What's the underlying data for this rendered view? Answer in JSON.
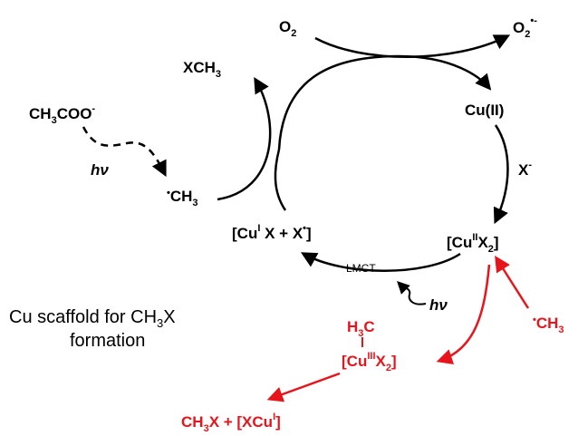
{
  "species": {
    "o2": {
      "main": "O",
      "sub": "2"
    },
    "superoxide": {
      "main": "O",
      "sub": "2",
      "sup": "•-"
    },
    "xch3": {
      "a": "XCH",
      "sub": "3"
    },
    "acetate": {
      "a": "CH",
      "sub": "3",
      "b": "COO",
      "sup": "-"
    },
    "hv_left": "hν",
    "methyl_radical_left": {
      "sup": "•",
      "a": "CH",
      "sub": "3"
    },
    "cu2": "Cu(II)",
    "x_minus": {
      "a": "X",
      "sup": "-"
    },
    "cu2x2": {
      "a": "[Cu",
      "sup": "II",
      "b": "X",
      "sub": "2",
      "c": "]"
    },
    "cu1x": {
      "a": "[Cu",
      "sup": "I",
      "b": " X + X",
      "sup2": "•",
      "c": "]"
    },
    "lmct": "LMCT",
    "hv_bottom": "hν",
    "methyl_radical_right": {
      "sup": "•",
      "a": "CH",
      "sub": "3"
    },
    "h3c": {
      "a": "H",
      "sub": "3",
      "b": "C"
    },
    "cu3x2": {
      "a": "[Cu",
      "sup": "III",
      "b": "X",
      "sub": "2",
      "c": "]"
    },
    "products": {
      "a": "CH",
      "sub": "3",
      "b": "X  +  [XCu",
      "sup": "I",
      "c": "]"
    }
  },
  "caption": {
    "line1_a": "Cu scaffold for CH",
    "line1_sub": "3",
    "line1_b": "X",
    "line2": "formation"
  },
  "colors": {
    "black": "#000000",
    "red": "#e8141b"
  }
}
